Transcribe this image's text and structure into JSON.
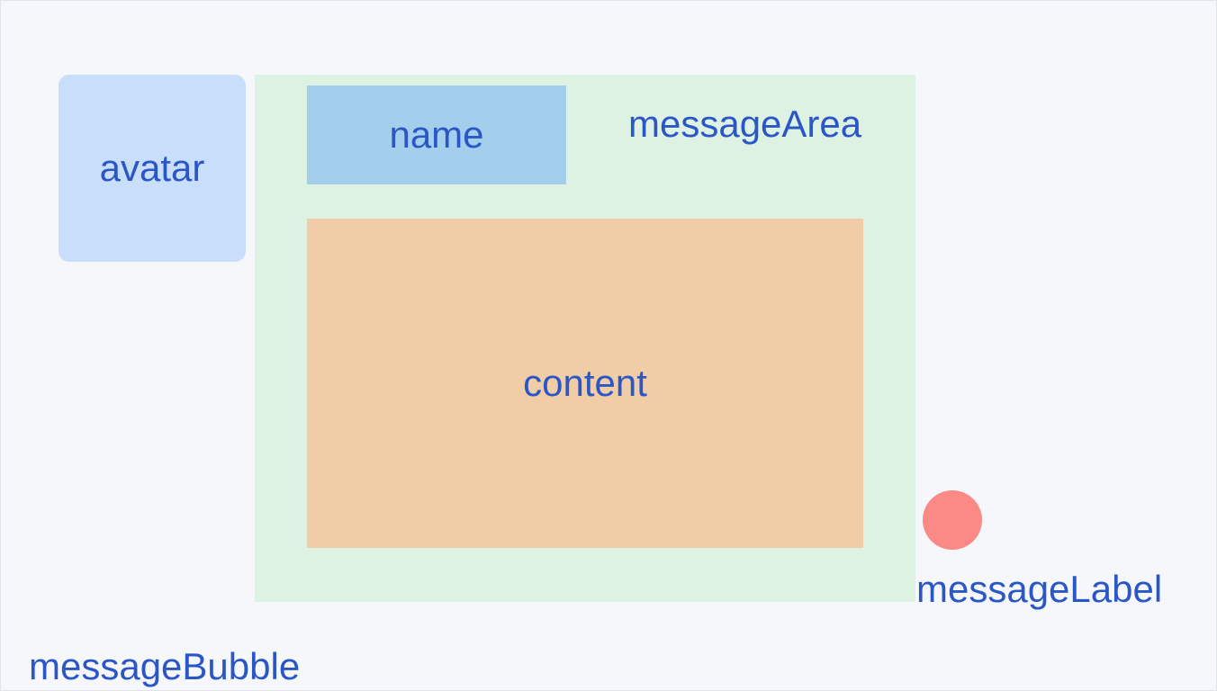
{
  "diagram": {
    "message_bubble_label": "messageBubble",
    "avatar_label": "avatar",
    "message_area_label": "messageArea",
    "name_label": "name",
    "content_label": "content",
    "message_label_text": "messageLabel"
  },
  "colors": {
    "background": "#f5f7fb",
    "avatar_fill": "#c9defa",
    "message_area_fill": "#def2e3",
    "name_fill": "#a3cfed",
    "content_fill": "#f0cda6",
    "label_dot_fill": "#fb8a87",
    "text": "#2a56c6"
  }
}
